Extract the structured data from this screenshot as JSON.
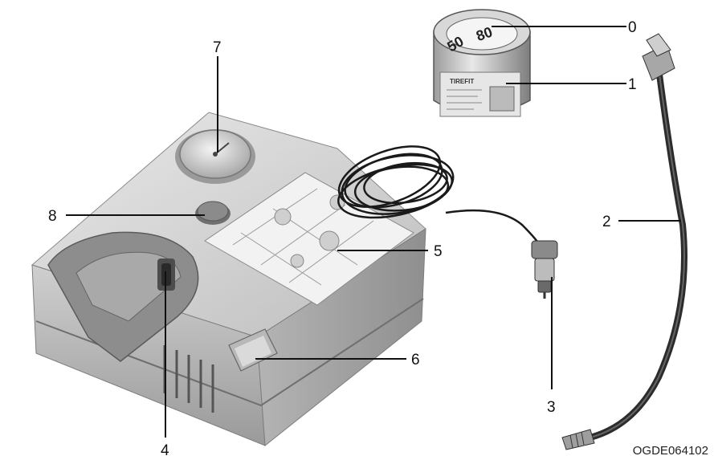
{
  "callouts": [
    {
      "id": "0",
      "label": "0"
    },
    {
      "id": "1",
      "label": "1"
    },
    {
      "id": "2",
      "label": "2"
    },
    {
      "id": "3",
      "label": "3"
    },
    {
      "id": "4",
      "label": "4"
    },
    {
      "id": "5",
      "label": "5"
    },
    {
      "id": "6",
      "label": "6"
    },
    {
      "id": "7",
      "label": "7"
    },
    {
      "id": "8",
      "label": "8"
    }
  ],
  "canister": {
    "gauge_top": "80",
    "gauge_bottom": "50",
    "label_title": "TIREFIT"
  },
  "figure_code": "OGDE064102",
  "icons": {
    "compressor": "air-compressor-icon",
    "canister": "sealant-canister-icon",
    "hose": "air-hose-icon",
    "plug": "power-plug-icon",
    "gauge": "pressure-gauge-icon"
  }
}
